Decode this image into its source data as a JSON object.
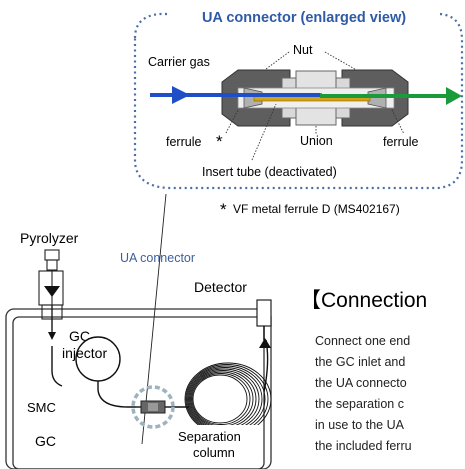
{
  "callout": {
    "title": "UA connector (enlarged view)",
    "carrier_gas": "Carrier gas",
    "nut": "Nut",
    "ferrule_left": "ferrule",
    "ferrule_mark": "*",
    "union": "Union",
    "ferrule_right": "ferrule",
    "insert_tube": "Insert tube (deactivated)",
    "footnote_mark": "*",
    "footnote": "VF metal ferrule D (MS402167)"
  },
  "system": {
    "pyrolyzer": "Pyrolyzer",
    "ua_connector": "UA connector",
    "detector": "Detector",
    "gc_injector_line1": "GC",
    "gc_injector_line2": "injector",
    "smc": "SMC",
    "gc": "GC",
    "column_line1": "Separation",
    "column_line2": "column"
  },
  "text": {
    "heading": "【Connection",
    "lines": [
      "Connect one end",
      "the GC inlet and",
      "the UA connecto",
      "the separation c",
      "in use to the UA",
      "the included ferru"
    ]
  },
  "colors": {
    "callout_border": "#4a6fa5",
    "title": "#2e5aa8",
    "carrier_arrow": "#1f4fc7",
    "outlet_arrow": "#1b9a3c",
    "ua_label": "#3b5f9e",
    "ua_ring": "#9fb3bf",
    "nut": "#5e5e5e",
    "union": "#d9d9d9"
  }
}
